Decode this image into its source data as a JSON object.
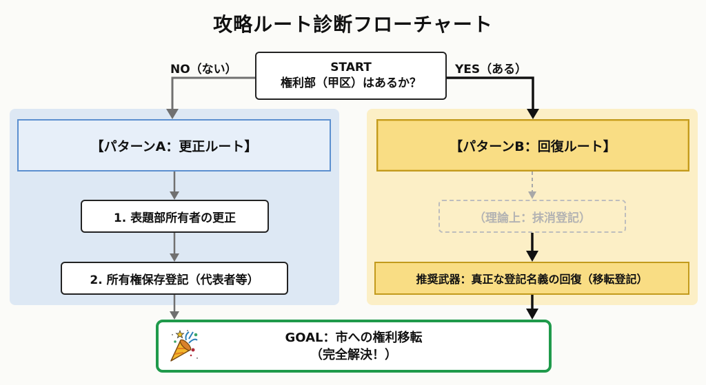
{
  "title": "攻略ルート診断フローチャート",
  "start": {
    "label": "START",
    "question": "権利部（甲区）はあるか？"
  },
  "branches": {
    "no_label": "NO（ない）",
    "yes_label": "YES（ある）"
  },
  "pattern_a": {
    "title": "【パターンA：更正ルート】",
    "steps": [
      "1. 表題部所有者の更正",
      "2. 所有権保存登記（代表者等）"
    ],
    "color": "#5b8fcf",
    "panel_color": "#dde8f4"
  },
  "pattern_b": {
    "title": "【パターンB：回復ルート】",
    "theory_step": "（理論上：抹消登記）",
    "recommended_step": "推奨武器：真正な登記名義の回復（移転登記）",
    "color": "#c29a1c",
    "panel_color": "#fcefc6"
  },
  "goal": {
    "line1": "GOAL：市への権利移転",
    "line2": "（完全解決！）",
    "icon": "party-popper-icon",
    "color": "#1f9a4b"
  }
}
